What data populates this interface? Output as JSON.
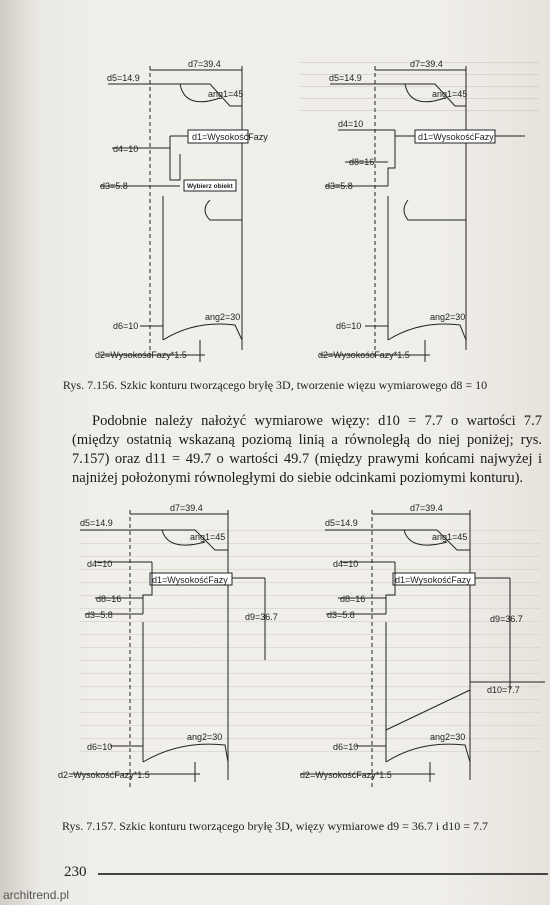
{
  "figure1": {
    "left": {
      "d7": "d7=39.4",
      "d5": "d5=14.9",
      "ang1": "ang1=45",
      "d4": "d4=10",
      "d1": "d1=WysokośćFazy",
      "d3": "d3=5.8",
      "tooltip": "Wybierz obiekt",
      "ang2": "ang2=30",
      "d6": "d6=10",
      "d2": "d2=WysokośćFazy*1.5"
    },
    "right": {
      "d7": "d7=39.4",
      "d5": "d5=14.9",
      "ang1": "ang1=45",
      "d4": "d4=10",
      "d1": "d1=WysokośćFazy",
      "d8": "d8=16",
      "d3": "d3=5.8",
      "ang2": "ang2=30",
      "d6": "d6=10",
      "d2": "d2=WysokośćFazy*1.5"
    },
    "caption": "Rys. 7.156. Szkic konturu tworzącego bryłę 3D, tworzenie więzu wymiarowego d8 = 10"
  },
  "paragraph": "Podobnie należy nałożyć wymiarowe więzy: d10 = 7.7 o wartości 7.7 (między ostatnią wskazaną poziomą linią a równoległą do niej poniżej; rys. 7.157) oraz d11 = 49.7 o wartości 49.7 (między prawymi końcami najwyżej i najniżej położonymi równoległymi do siebie odcinkami poziomymi konturu).",
  "figure2": {
    "left": {
      "d7": "d7=39.4",
      "d5": "d5=14.9",
      "ang1": "ang1=45",
      "d4": "d4=10",
      "d1": "d1=WysokośćFazy",
      "d8": "d8=16",
      "d3": "d3=5.8",
      "d9": "d9=36.7",
      "ang2": "ang2=30",
      "d6": "d6=10",
      "d2": "d2=WysokośćFazy*1.5"
    },
    "right": {
      "d7": "d7=39.4",
      "d5": "d5=14.9",
      "ang1": "ang1=45",
      "d4": "d4=10",
      "d1": "d1=WysokośćFazy",
      "d8": "d8=16",
      "d3": "d3=5.8",
      "d9": "d9=36.7",
      "d10": "d10=7.7",
      "ang2": "ang2=30",
      "d6": "d6=10",
      "d2": "d2=WysokośćFazy*1.5"
    },
    "caption": "Rys. 7.157. Szkic konturu tworzącego bryłę 3D, więzy wymiarowe d9 = 36.7 i d10 = 7.7"
  },
  "page_number": "230",
  "watermark": "architrend.pl"
}
